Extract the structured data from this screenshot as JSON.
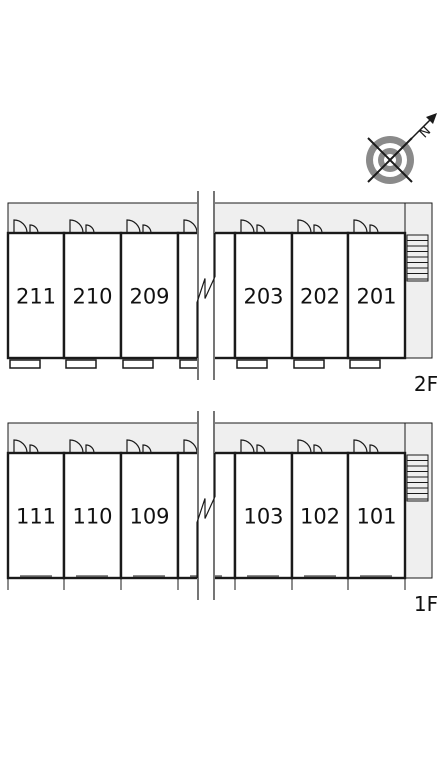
{
  "floors": [
    {
      "label": "2F",
      "rooms": [
        "211",
        "210",
        "209",
        "",
        "203",
        "202",
        "201"
      ]
    },
    {
      "label": "1F",
      "rooms": [
        "111",
        "110",
        "109",
        "",
        "103",
        "102",
        "101"
      ]
    }
  ],
  "compass": {
    "icon": "compass-icon",
    "north": "N"
  },
  "colors": {
    "corridor": "#efefef",
    "line": "#1a1a1a",
    "compass_gray": "#8a8a8a"
  }
}
